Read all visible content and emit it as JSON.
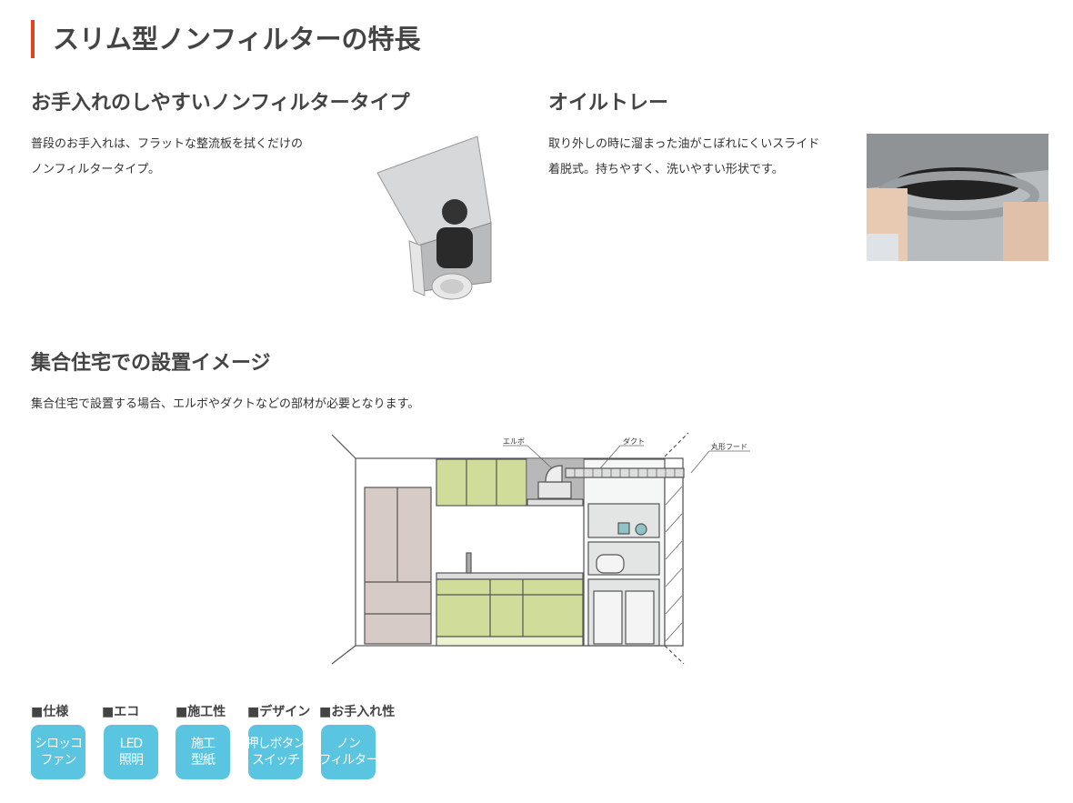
{
  "title": "スリム型ノンフィルターの特長",
  "feature1": {
    "heading": "お手入れのしやすいノンフィルタータイプ",
    "line1": "普段のお手入れは、フラットな整流板を拭くだけの",
    "line2": "ノンフィルタータイプ。"
  },
  "feature2": {
    "heading": "オイルトレー",
    "line1": "取り外しの時に溜まった油がこぼれにくいスライド",
    "line2": "着脱式。持ちやすく、洗いやすい形状です。"
  },
  "install": {
    "heading": "集合住宅での設置イメージ",
    "text": "集合住宅で設置する場合、エルボやダクトなどの部材が必要となります。",
    "labels": {
      "elbow": "エルボ",
      "duct": "ダクト",
      "hood": "丸形フード"
    }
  },
  "badges": [
    {
      "label": "■仕様",
      "l1": "シロッコ",
      "l2": "ファン"
    },
    {
      "label": "■エコ",
      "l1": "LED",
      "l2": "照明"
    },
    {
      "label": "■施工性",
      "l1": "施工",
      "l2": "型紙"
    },
    {
      "label": "■デザイン",
      "l1": "押しボタン",
      "l2": "スイッチ"
    },
    {
      "label": "■お手入れ性",
      "l1": "ノン",
      "l2": "フィルター"
    }
  ],
  "colors": {
    "accent": "#e0441c",
    "badge": "#5ac5e0",
    "cabinet": "#cfdc9a"
  }
}
